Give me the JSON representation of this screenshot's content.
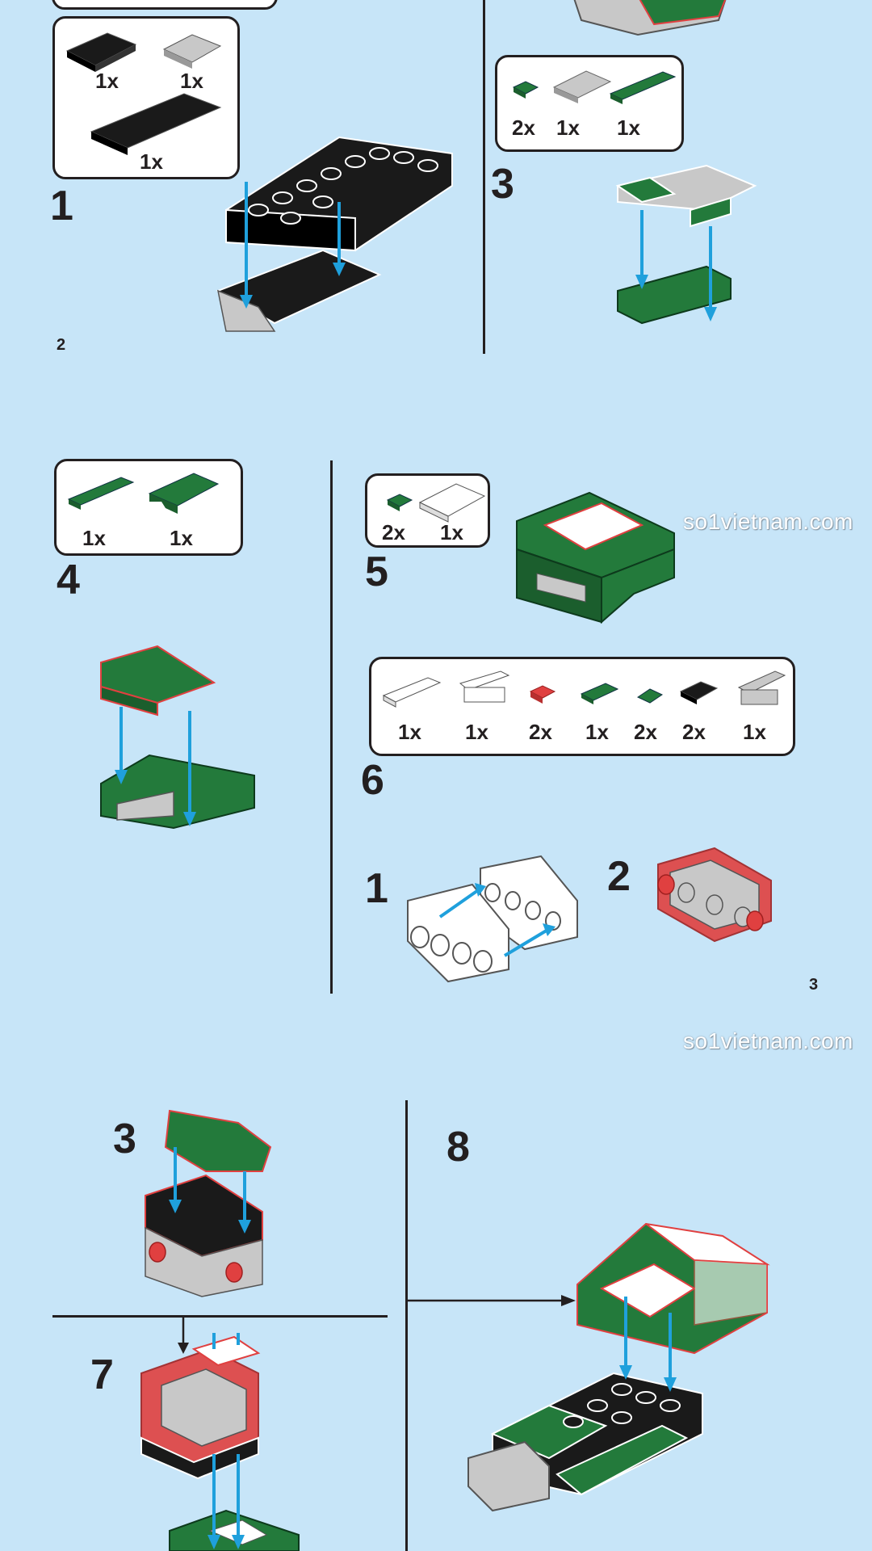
{
  "colors": {
    "background": "#c7e5f8",
    "black_brick": "#1a1a1a",
    "gray_brick": "#c8c8c8",
    "green_brick": "#237a3b",
    "white_brick": "#ffffff",
    "red_brick": "#e04040",
    "arrow": "#1fa0dc"
  },
  "steps": {
    "s1": {
      "number": "1",
      "parts": [
        "1x",
        "1x",
        "1x"
      ]
    },
    "s3": {
      "number": "3",
      "parts": [
        "2x",
        "1x",
        "1x"
      ]
    },
    "s4": {
      "number": "4",
      "parts": [
        "1x",
        "1x"
      ]
    },
    "s5": {
      "number": "5",
      "parts": [
        "2x",
        "1x"
      ]
    },
    "s6": {
      "number": "6",
      "parts": [
        "1x",
        "1x",
        "2x",
        "1x",
        "2x",
        "2x",
        "1x"
      ],
      "sub1": "1",
      "sub2": "2"
    },
    "s6b": {
      "sub3": "3"
    },
    "s7": {
      "number": "7"
    },
    "s8": {
      "number": "8"
    }
  },
  "page_numbers": {
    "left": "2",
    "right": "3"
  },
  "watermark": "so1vietnam.com"
}
